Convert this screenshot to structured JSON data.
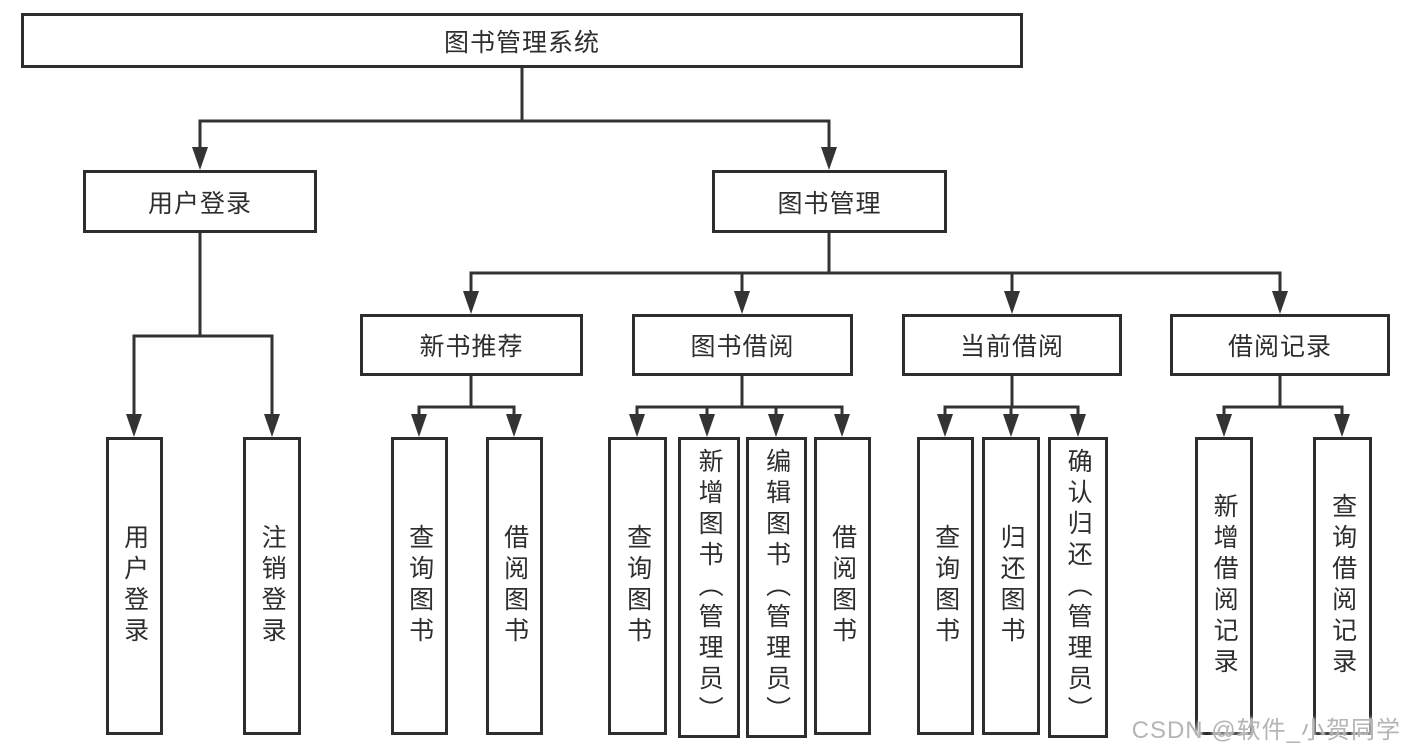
{
  "nodes": {
    "root": "图书管理系统",
    "user_login": "用户登录",
    "book_mgmt": "图书管理",
    "new_books": "新书推荐",
    "book_borrow": "图书借阅",
    "current_borrow": "当前借阅",
    "borrow_records": "借阅记录",
    "leaf_login": "用户登录",
    "leaf_logout": "注销登录",
    "leaf_nb_query": "查询图书",
    "leaf_nb_borrow": "借阅图书",
    "leaf_bb_query": "查询图书",
    "leaf_bb_add": "新增图书（管理员）",
    "leaf_bb_edit": "编辑图书（管理员）",
    "leaf_bb_borrow": "借阅图书",
    "leaf_cb_query": "查询图书",
    "leaf_cb_return": "归还图书",
    "leaf_cb_confirm": "确认归还（管理员）",
    "leaf_br_add": "新增借阅记录",
    "leaf_br_query": "查询借阅记录"
  },
  "watermark": "CSDN @软件_小贺同学",
  "colors": {
    "line": "#333333",
    "box_border": "#2d2d2d",
    "text": "#2e2e2e",
    "watermark": "#b5b5b5",
    "background": "#ffffff"
  }
}
